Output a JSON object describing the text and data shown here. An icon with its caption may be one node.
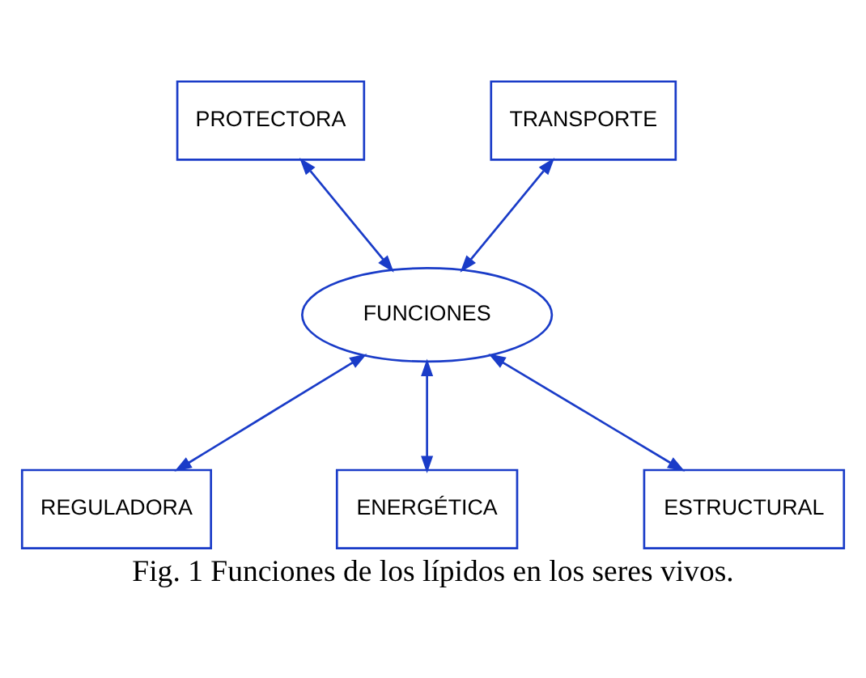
{
  "diagram": {
    "caption": "Fig. 1 Funciones de los lípidos en los seres vivos.",
    "nodes": [
      {
        "text": [
          "PROTECTORA"
        ]
      },
      {
        "text": [
          "TRANSPORTE"
        ]
      },
      {
        "text": [
          "FUNCIONES"
        ]
      },
      {
        "text": [
          "REGULADORA"
        ]
      },
      {
        "text": [
          "ENERGÉTICA"
        ]
      },
      {
        "text": [
          "ESTRUCTURAL"
        ]
      }
    ],
    "edges": [
      {
        "from": 0,
        "to": 2,
        "arrow": "both"
      },
      {
        "from": 1,
        "to": 2,
        "arrow": "both"
      },
      {
        "from": 2,
        "to": 3,
        "arrow": "both"
      },
      {
        "from": 2,
        "to": 4,
        "arrow": "both"
      },
      {
        "from": 2,
        "to": 5,
        "arrow": "both"
      }
    ]
  }
}
